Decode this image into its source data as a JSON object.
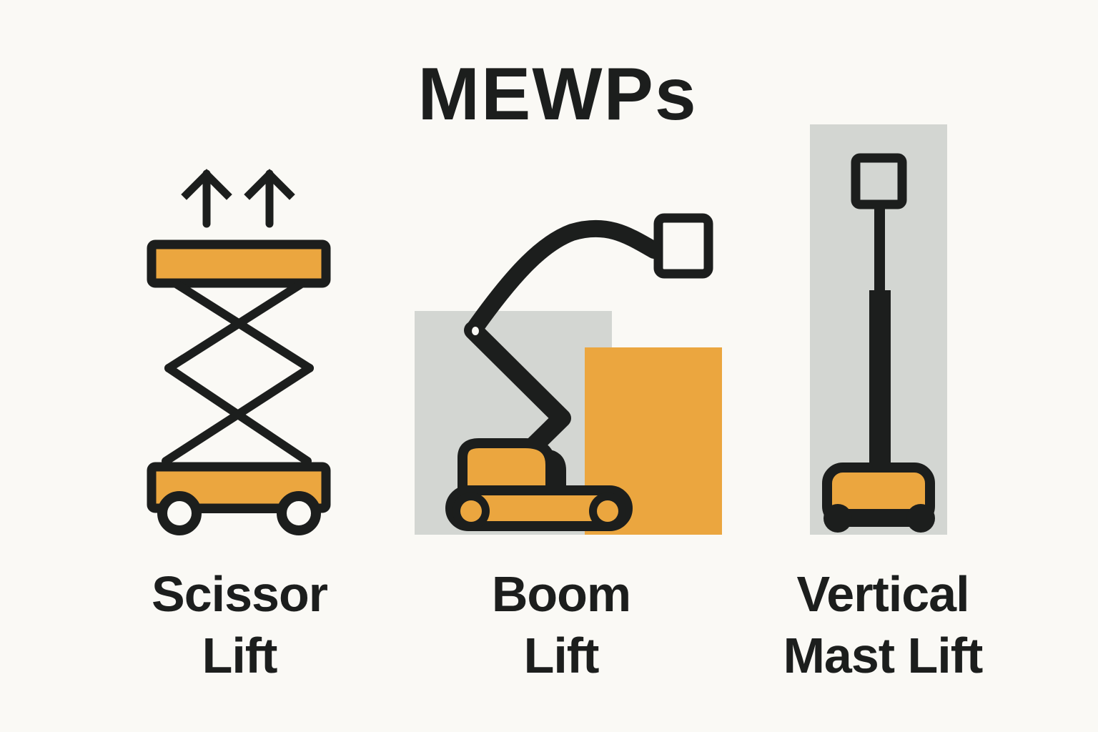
{
  "title": "MEWPs",
  "colors": {
    "background": "#faf9f5",
    "ink": "#1c1e1d",
    "accent": "#eba63f",
    "panel": "#d3d6d2"
  },
  "items": [
    {
      "id": "scissor-lift",
      "label_line1": "Scissor",
      "label_line2": "Lift",
      "icon": "scissor-lift-icon",
      "decorations": [
        "up-arrow-icon",
        "up-arrow-icon"
      ]
    },
    {
      "id": "boom-lift",
      "label_line1": "Boom",
      "label_line2": "Lift",
      "icon": "boom-lift-icon"
    },
    {
      "id": "vertical-mast-lift",
      "label_line1": "Vertical",
      "label_line2": "Mast Lift",
      "icon": "vertical-mast-lift-icon"
    }
  ]
}
